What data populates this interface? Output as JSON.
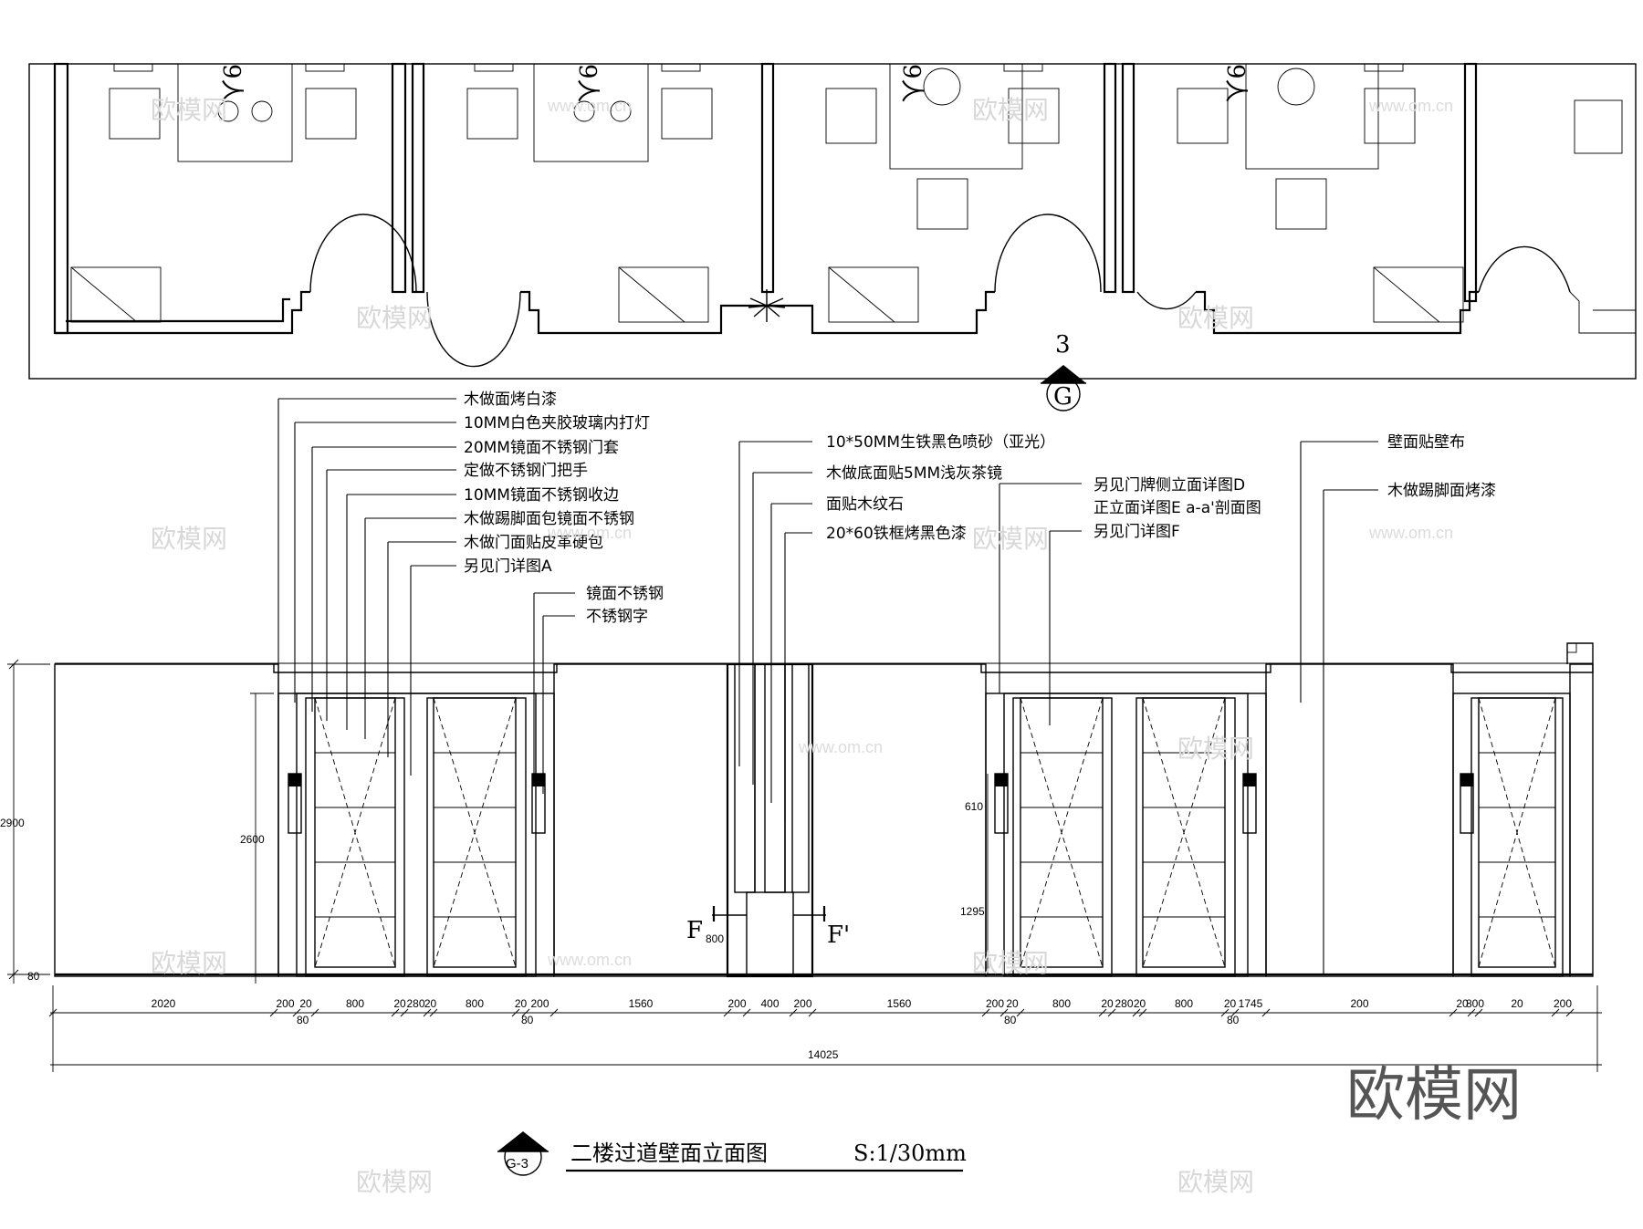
{
  "plan": {
    "section_number": "3",
    "section_letter": "G",
    "room_tag": "9人"
  },
  "left_annotations": [
    "木做面烤白漆",
    "10MM白色夹胶玻璃内打灯",
    "20MM镜面不锈钢门套",
    "定做不锈钢门把手",
    "10MM镜面不锈钢收边",
    "木做踢脚面包镜面不锈钢",
    "木做门面贴皮革硬包",
    "另见门详图A"
  ],
  "sign_annotations": [
    "镜面不锈钢",
    "不锈钢字"
  ],
  "center_annotations": [
    "10*50MM生铁黑色喷砂（亚光）",
    "木做底面贴5MM浅灰茶镜",
    "面贴木纹石",
    "20*60铁框烤黑色漆"
  ],
  "right_annotations": [
    "另见门牌侧立面详图D",
    "正立面详图E a-a'剖面图",
    "另见门详图F"
  ],
  "far_right_annotations": [
    "壁面贴壁布",
    "木做踢脚面烤漆"
  ],
  "vertical_dims": {
    "total_height": "2900",
    "door_height": "2600",
    "sign_height": "610",
    "sign_offset": "1295",
    "column_base": "800",
    "skirting": "80"
  },
  "section_marks": {
    "left": "F",
    "right": "F'"
  },
  "dims_row1": [
    "2020",
    "200",
    "20",
    "800",
    "20",
    "280",
    "20",
    "800",
    "20",
    "200",
    "1560",
    "200",
    "400",
    "200",
    "1560",
    "200",
    "20",
    "800",
    "20",
    "280",
    "20",
    "800",
    "20",
    "1745",
    "200",
    "20",
    "800",
    "20",
    "200"
  ],
  "dims_80": "80",
  "total_length": "14025",
  "title": {
    "tag": "G-3",
    "text": "二楼过道壁面立面图",
    "scale": "S:1/30mm"
  },
  "watermark": {
    "logo": "欧模网",
    "url": "www.om.cn"
  }
}
